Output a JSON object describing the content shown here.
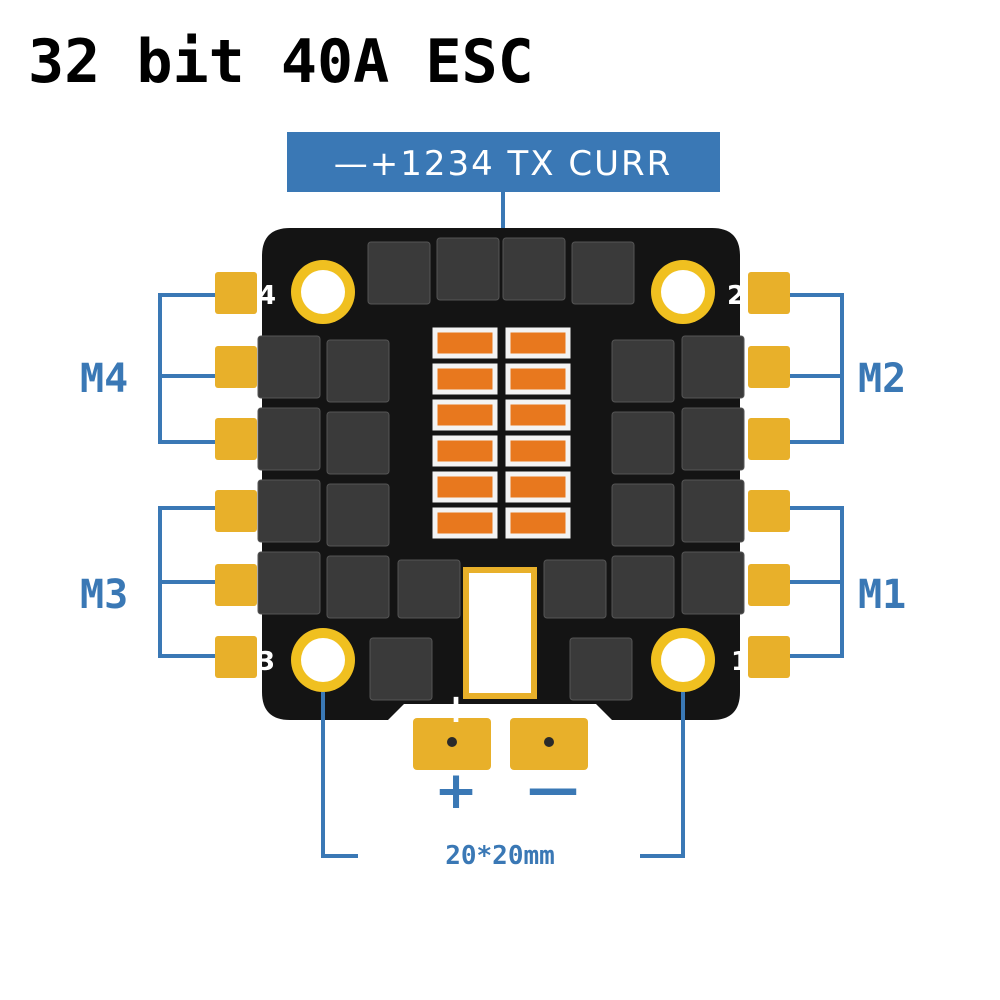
{
  "title": "32 bit 40A ESC",
  "connector_label": "—+1234  TX CURR",
  "motor_labels": {
    "m1": "M1",
    "m2": "M2",
    "m3": "M3",
    "m4": "M4"
  },
  "mount_hole_numbers": {
    "h1": "1",
    "h2": "2",
    "h3": "3",
    "h4": "4"
  },
  "power_pad_silkscreen": {
    "positive": "+",
    "negative": "—"
  },
  "power_pad_labels": {
    "positive": "+",
    "negative": "—"
  },
  "mount_spacing": "20*20mm",
  "colors": {
    "accent": "#3a78b5",
    "pcb": "#141414",
    "gold": "#e8b02a",
    "capacitor": "#e8781e",
    "chip": "#3a3a3a"
  }
}
